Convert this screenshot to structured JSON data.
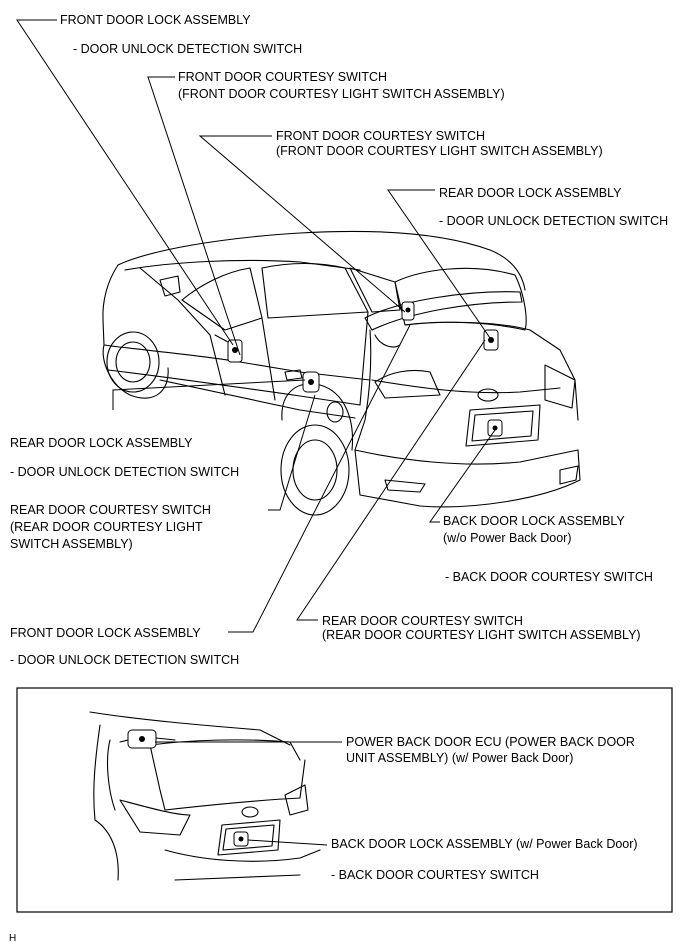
{
  "labels": {
    "front_lock_top": "FRONT DOOR LOCK ASSEMBLY",
    "front_lock_top_sub": "- DOOR UNLOCK DETECTION SWITCH",
    "front_courtesy_1": "FRONT DOOR COURTESY SWITCH",
    "front_courtesy_1_sub": "(FRONT DOOR COURTESY LIGHT SWITCH ASSEMBLY)",
    "front_courtesy_2": "FRONT DOOR COURTESY SWITCH",
    "front_courtesy_2_sub": "(FRONT DOOR COURTESY LIGHT SWITCH ASSEMBLY)",
    "rear_lock_right": "REAR DOOR LOCK ASSEMBLY",
    "rear_lock_right_sub": "- DOOR UNLOCK DETECTION SWITCH",
    "rear_lock_left": "REAR DOOR LOCK ASSEMBLY",
    "rear_lock_left_sub": "- DOOR UNLOCK DETECTION SWITCH",
    "rear_courtesy_left_l1": "REAR DOOR COURTESY SWITCH",
    "rear_courtesy_left_l2": "(REAR DOOR COURTESY LIGHT",
    "rear_courtesy_left_l3": "SWITCH ASSEMBLY)",
    "back_lock": "BACK DOOR LOCK ASSEMBLY",
    "back_lock_cond": "(w/o Power Back Door)",
    "back_lock_sub": "- BACK DOOR COURTESY SWITCH",
    "rear_courtesy_right": "REAR DOOR COURTESY SWITCH",
    "rear_courtesy_right_sub": "(REAR DOOR COURTESY LIGHT SWITCH ASSEMBLY)",
    "front_lock_bottom": "FRONT DOOR LOCK ASSEMBLY",
    "front_lock_bottom_sub": "- DOOR UNLOCK DETECTION SWITCH",
    "pbd_ecu_l1": "POWER BACK DOOR ECU (POWER BACK DOOR",
    "pbd_ecu_l2": "UNIT ASSEMBLY) (w/ Power Back Door)",
    "inset_back_lock": "BACK DOOR LOCK ASSEMBLY (w/ Power Back Door)",
    "inset_back_lock_sub": "- BACK DOOR COURTESY SWITCH",
    "corner_mark": "H"
  }
}
